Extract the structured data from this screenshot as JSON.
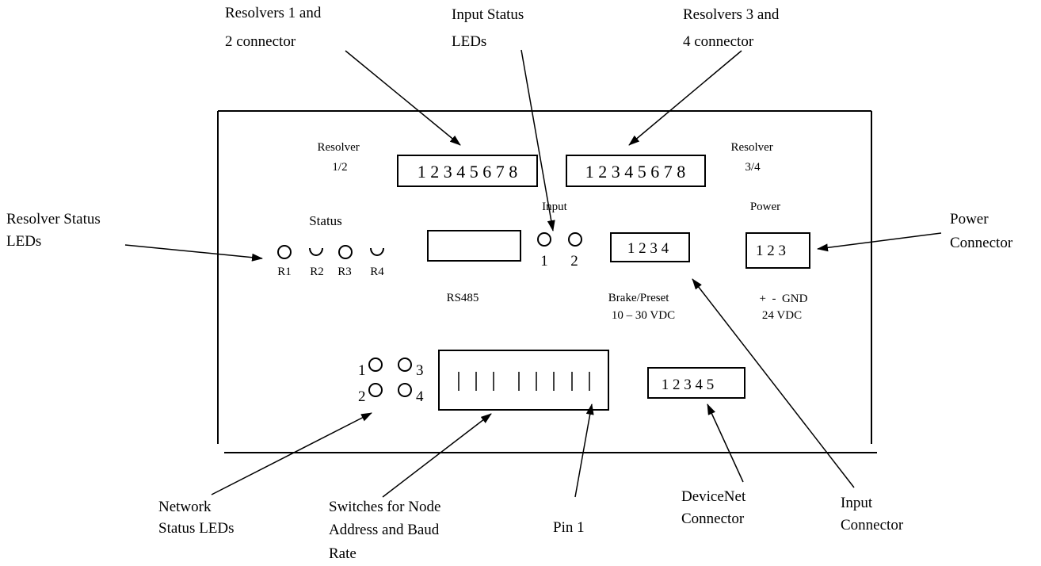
{
  "callouts": {
    "resolvers_12": [
      "Resolvers 1 and",
      "2 connector"
    ],
    "input_status_leds": [
      "Input Status",
      "LEDs"
    ],
    "resolvers_34": [
      "Resolvers 3 and",
      "4 connector"
    ],
    "resolver_status_leds": [
      "Resolver Status",
      "LEDs"
    ],
    "power_connector": [
      "Power",
      "Connector"
    ],
    "network_status_leds": [
      "Network",
      "Status LEDs"
    ],
    "switches": [
      "Switches for Node",
      "Address and Baud",
      "Rate"
    ],
    "pin1": "Pin 1",
    "devicenet_connector": [
      "DeviceNet",
      "Connector"
    ],
    "input_connector": [
      "Input",
      "Connector"
    ]
  },
  "panel": {
    "resolver_12_label": [
      "Resolver",
      "1/2"
    ],
    "resolver_34_label": [
      "Resolver",
      "3/4"
    ],
    "resolver_12_pins": "1 2 3 4 5 6 7 8",
    "resolver_34_pins": "1 2 3 4 5 6 7 8",
    "status_label": "Status",
    "status_leds": [
      "R1",
      "R2",
      "R3",
      "R4"
    ],
    "input_label": "Input",
    "input_leds": [
      "1",
      "2"
    ],
    "rs485_label": "RS485",
    "input_connector_pins": "1 2 3 4",
    "brake_label": [
      "Brake/Preset",
      "10 – 30 VDC"
    ],
    "power_label": "Power",
    "power_pins": "1 2 3",
    "power_polarity": "+  -  GND",
    "power_voltage": "24 VDC",
    "network_leds": [
      "1",
      "2",
      "3",
      "4"
    ],
    "devicenet_pins": "1 2 3 4 5"
  }
}
